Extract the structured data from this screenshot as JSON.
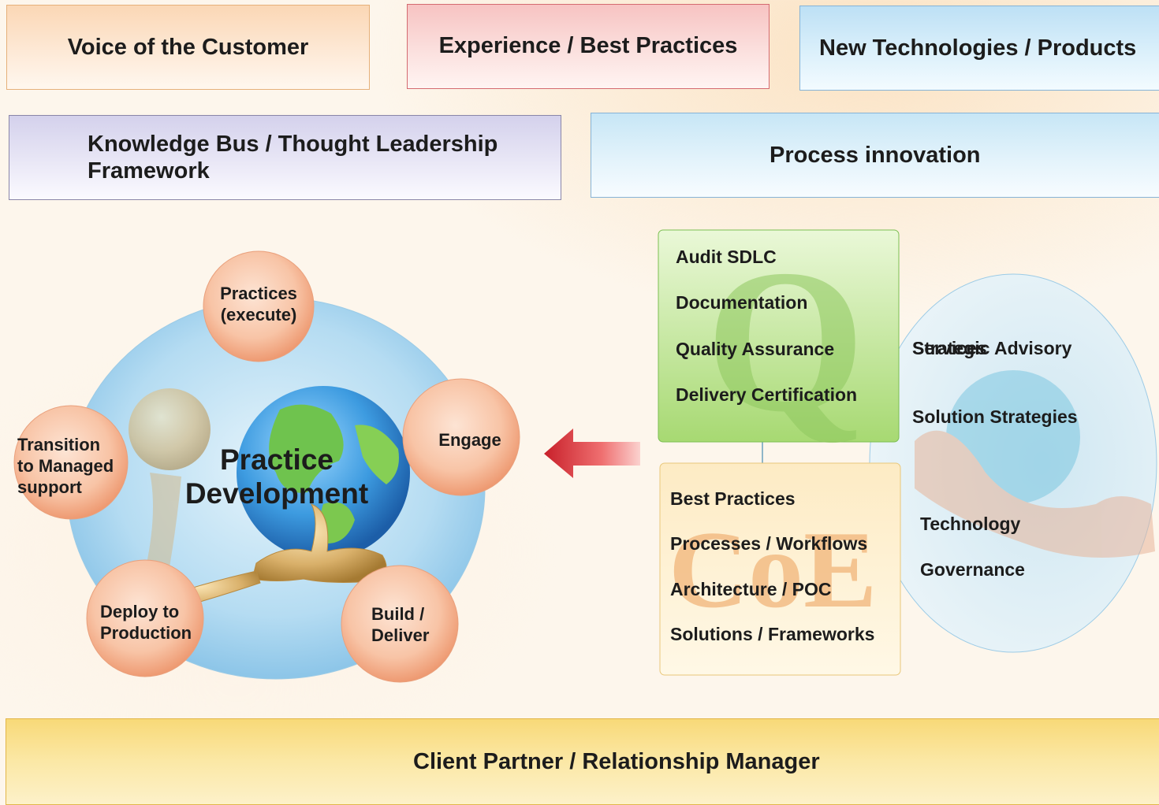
{
  "top_boxes": {
    "voice": "Voice of the Customer",
    "experience": "Experience / Best Practices",
    "technologies": "New Technologies / Products",
    "knowledge_line1": "Knowledge Bus / Thought Leadership",
    "knowledge_line2": "Framework",
    "process": "Process innovation"
  },
  "cycle": {
    "center_line1": "Practice",
    "center_line2": "Development",
    "nodes": [
      {
        "line1": "Practices",
        "line2": "(execute)"
      },
      {
        "line1": "Engage",
        "line2": ""
      },
      {
        "line1": "Build /",
        "line2": "Deliver"
      },
      {
        "line1": "Deploy to",
        "line2": "Production"
      },
      {
        "line1": "Transition",
        "line2": "to Managed",
        "line3": "support"
      }
    ]
  },
  "quality_box": {
    "watermark": "Q",
    "items": [
      "Audit SDLC",
      "Documentation",
      "Quality Assurance",
      "Delivery Certification"
    ]
  },
  "coe_box": {
    "watermark": "CoE",
    "items": [
      "Best Practices",
      "Processes / Workflows",
      "Architecture / POC",
      "Solutions / Frameworks"
    ]
  },
  "advisory": {
    "line1": "Strategic Advisory",
    "line2": "Services",
    "items": [
      "Solution Strategies",
      "Technology",
      "Governance"
    ]
  },
  "footer": {
    "label": "Client Partner / Relationship Manager"
  },
  "colors": {
    "node_fill": "#f6b08c",
    "globe_blue": "#3d9be0",
    "arrow_red": "#d8323a",
    "q_green": "#9fd468",
    "coe_yellow": "#fde7b4"
  }
}
